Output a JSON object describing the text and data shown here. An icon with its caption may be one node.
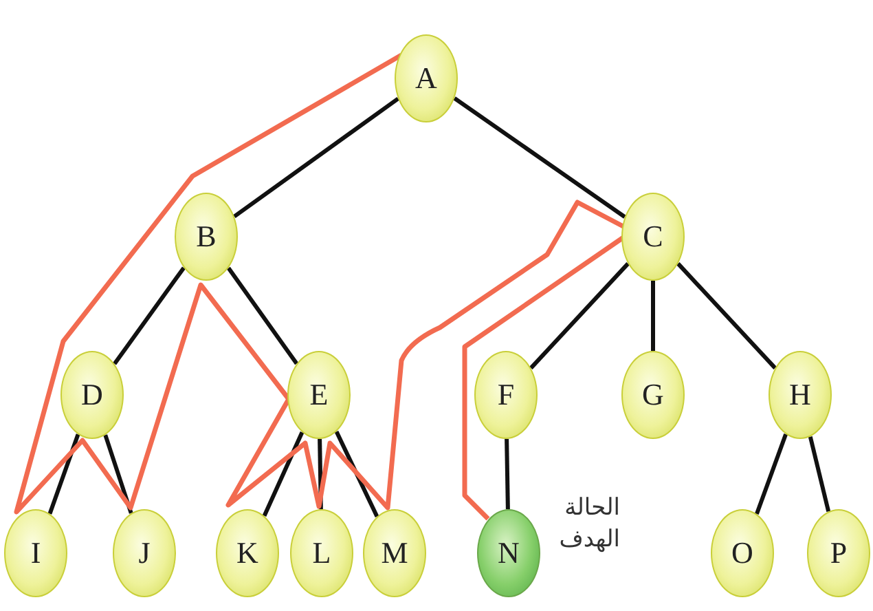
{
  "diagram": {
    "nodes": [
      {
        "text": [
          "A"
        ]
      },
      {
        "text": [
          "B"
        ]
      },
      {
        "text": [
          "C"
        ]
      },
      {
        "text": [
          "D"
        ]
      },
      {
        "text": [
          "E"
        ]
      },
      {
        "text": [
          "F"
        ]
      },
      {
        "text": [
          "G"
        ]
      },
      {
        "text": [
          "H"
        ]
      },
      {
        "text": [
          "I"
        ]
      },
      {
        "text": [
          "J"
        ]
      },
      {
        "text": [
          "K"
        ]
      },
      {
        "text": [
          "L"
        ]
      },
      {
        "text": [
          "M"
        ]
      },
      {
        "text": [
          "N"
        ],
        "beside": [
          "الحالة الهدف"
        ]
      },
      {
        "text": [
          "O"
        ]
      },
      {
        "text": [
          "P"
        ]
      }
    ],
    "edges": [
      {
        "from": 0,
        "to": 1,
        "arrow": "none"
      },
      {
        "from": 0,
        "to": 2,
        "arrow": "none"
      },
      {
        "from": 1,
        "to": 3,
        "arrow": "none"
      },
      {
        "from": 1,
        "to": 4,
        "arrow": "none"
      },
      {
        "from": 2,
        "to": 5,
        "arrow": "none"
      },
      {
        "from": 2,
        "to": 6,
        "arrow": "none"
      },
      {
        "from": 2,
        "to": 7,
        "arrow": "none"
      },
      {
        "from": 3,
        "to": 8,
        "arrow": "none"
      },
      {
        "from": 3,
        "to": 9,
        "arrow": "none"
      },
      {
        "from": 4,
        "to": 10,
        "arrow": "none"
      },
      {
        "from": 4,
        "to": 11,
        "arrow": "none"
      },
      {
        "from": 4,
        "to": 12,
        "arrow": "none"
      },
      {
        "from": 5,
        "to": 13,
        "arrow": "none"
      },
      {
        "from": 7,
        "to": 14,
        "arrow": "none"
      },
      {
        "from": 7,
        "to": 15,
        "arrow": "none"
      },
      {
        "from": 0,
        "to": 13,
        "arrow": "none",
        "color": "#f26b50"
      }
    ]
  }
}
